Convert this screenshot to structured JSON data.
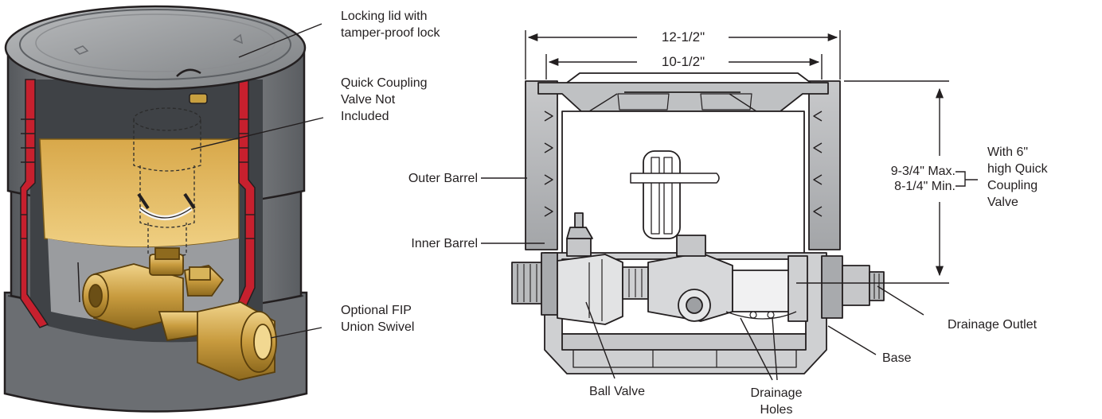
{
  "colors": {
    "outline": "#231f20",
    "housing_light": "#a7a9ab",
    "housing_mid": "#86888b",
    "housing_dark": "#55585c",
    "cutaway_red": "#c7202e",
    "interior_tan": "#e3b75a",
    "brass": "#caa24a",
    "brass_dark": "#8e6a1e",
    "background": "#ffffff"
  },
  "left_callouts": {
    "lid": [
      "Locking lid with",
      "tamper-proof lock"
    ],
    "coupling": [
      "Quick Coupling",
      "Valve Not",
      "Included"
    ],
    "swivel": [
      "Optional FIP",
      "Union Swivel"
    ]
  },
  "right_callouts": {
    "outer_barrel": "Outer Barrel",
    "inner_barrel": "Inner Barrel",
    "ball_valve": "Ball Valve",
    "drainage_holes": [
      "Drainage",
      "Holes"
    ],
    "base": "Base",
    "drainage_outlet": "Drainage Outlet"
  },
  "dimensions": {
    "outer_width": "12-1/2\"",
    "inner_width": "10-1/2\"",
    "max_height": "9-3/4\" Max.",
    "min_height": "8-1/4\" Min.",
    "note": [
      "With 6\"",
      "high Quick",
      "Coupling",
      "Valve"
    ]
  }
}
